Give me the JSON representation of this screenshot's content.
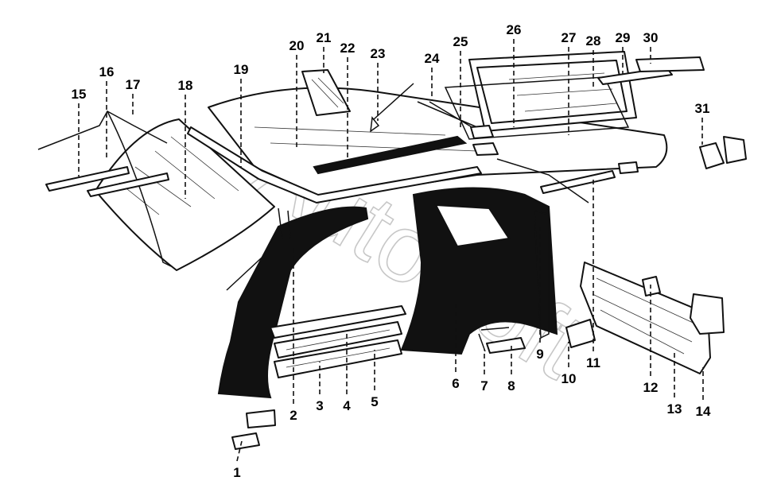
{
  "diagram": {
    "watermark": "AutoSoft",
    "callouts": [
      {
        "number": "1"
      },
      {
        "number": "2"
      },
      {
        "number": "3"
      },
      {
        "number": "4"
      },
      {
        "number": "5"
      },
      {
        "number": "6"
      },
      {
        "number": "7"
      },
      {
        "number": "8"
      },
      {
        "number": "9"
      },
      {
        "number": "10"
      },
      {
        "number": "11"
      },
      {
        "number": "12"
      },
      {
        "number": "13"
      },
      {
        "number": "14"
      },
      {
        "number": "15"
      },
      {
        "number": "16"
      },
      {
        "number": "17"
      },
      {
        "number": "18"
      },
      {
        "number": "19"
      },
      {
        "number": "20"
      },
      {
        "number": "21"
      },
      {
        "number": "22"
      },
      {
        "number": "23"
      },
      {
        "number": "24"
      },
      {
        "number": "25"
      },
      {
        "number": "26"
      },
      {
        "number": "27"
      },
      {
        "number": "28"
      },
      {
        "number": "29"
      },
      {
        "number": "30"
      },
      {
        "number": "31"
      }
    ]
  }
}
